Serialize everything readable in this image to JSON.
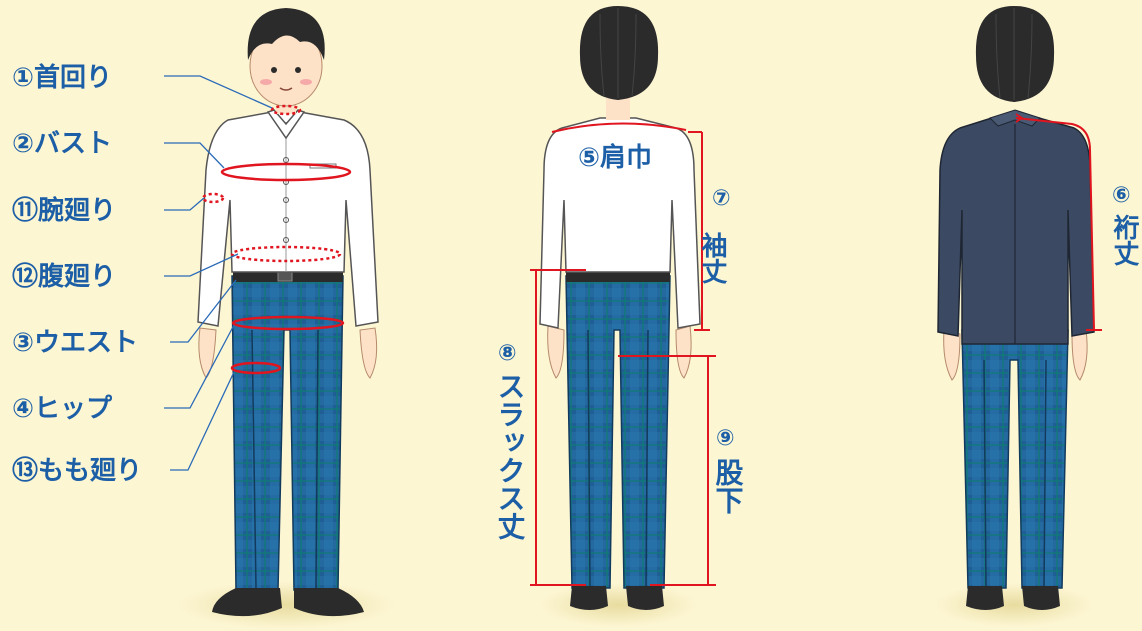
{
  "labels": {
    "neck": "①首回り",
    "bust": "②バスト",
    "arm": "⑪腕廻り",
    "belly": "⑫腹廻り",
    "waist": "③ウエスト",
    "hip": "④ヒップ",
    "thigh": "⑬もも廻り",
    "shoulder": "⑤肩巾",
    "sleeve_num": "⑦",
    "sleeve_text": "袖丈",
    "slacks_num": "⑧",
    "slacks_text": "スラックス丈",
    "inseam_num": "⑨",
    "inseam_text": "股下",
    "yuki_num": "⑥",
    "yuki_text": "裄丈"
  },
  "colors": {
    "background": "#fdf6d3",
    "label": "#1d5fa6",
    "measure": "#e0151f",
    "leader": "#2a6bb8",
    "pants": "#1f5f95",
    "jacket": "#3b4a62",
    "hair": "#2b2b2b",
    "skin": "#fde2c8",
    "shirt": "#ffffff"
  }
}
